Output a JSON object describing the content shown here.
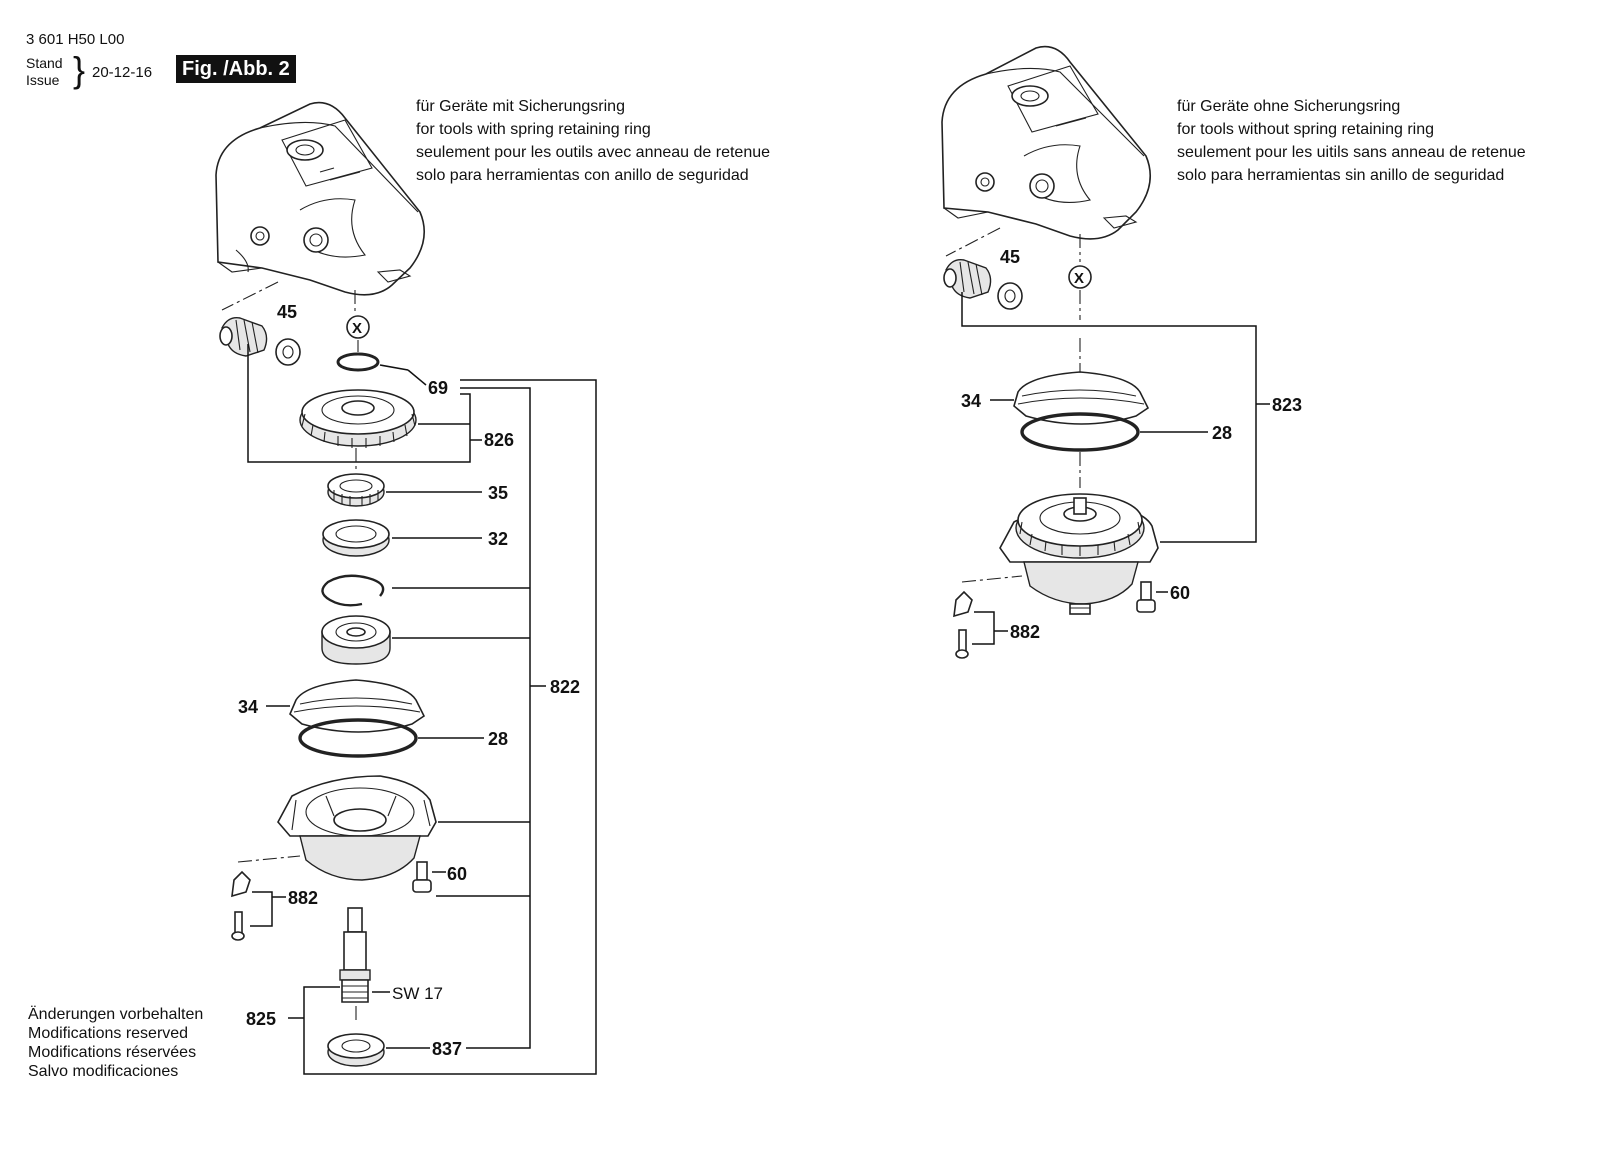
{
  "header": {
    "part_number": "3 601 H50 L00",
    "stand_label": "Stand",
    "issue_label": "Issue",
    "date": "20-12-16",
    "figure_label": "Fig. /Abb. 2"
  },
  "left_variant": {
    "note_lines": [
      "für Geräte mit Sicherungsring",
      "for tools with spring retaining ring",
      "seulement pour les outils avec anneau de retenue",
      "solo para herramientas con anillo de seguridad"
    ],
    "labels": {
      "nut": "45",
      "x_marker": "X",
      "retaining_ring": "69",
      "gear_set": "826",
      "needle_bearing": "35",
      "seal": "32",
      "bearing_flange_assembly": "822",
      "protective_cap": "34",
      "o_ring": "28",
      "screw": "60",
      "locking_lever": "882",
      "spindle_assembly": "825",
      "wrench_size": "SW 17",
      "ball_bearing": "837"
    }
  },
  "right_variant": {
    "note_lines": [
      "für Geräte ohne Sicherungsring",
      "for tools without spring retaining ring",
      "seulement pour les uitils sans anneau de retenue",
      "solo para herramientas sin anillo de seguridad"
    ],
    "labels": {
      "nut": "45",
      "x_marker": "X",
      "protective_cap": "34",
      "o_ring": "28",
      "gear_flange_assembly": "823",
      "screw": "60",
      "locking_lever": "882"
    }
  },
  "footer": {
    "lines": [
      "Änderungen vorbehalten",
      "Modifications reserved",
      "Modifications réservées",
      "Salvo modificaciones"
    ]
  }
}
